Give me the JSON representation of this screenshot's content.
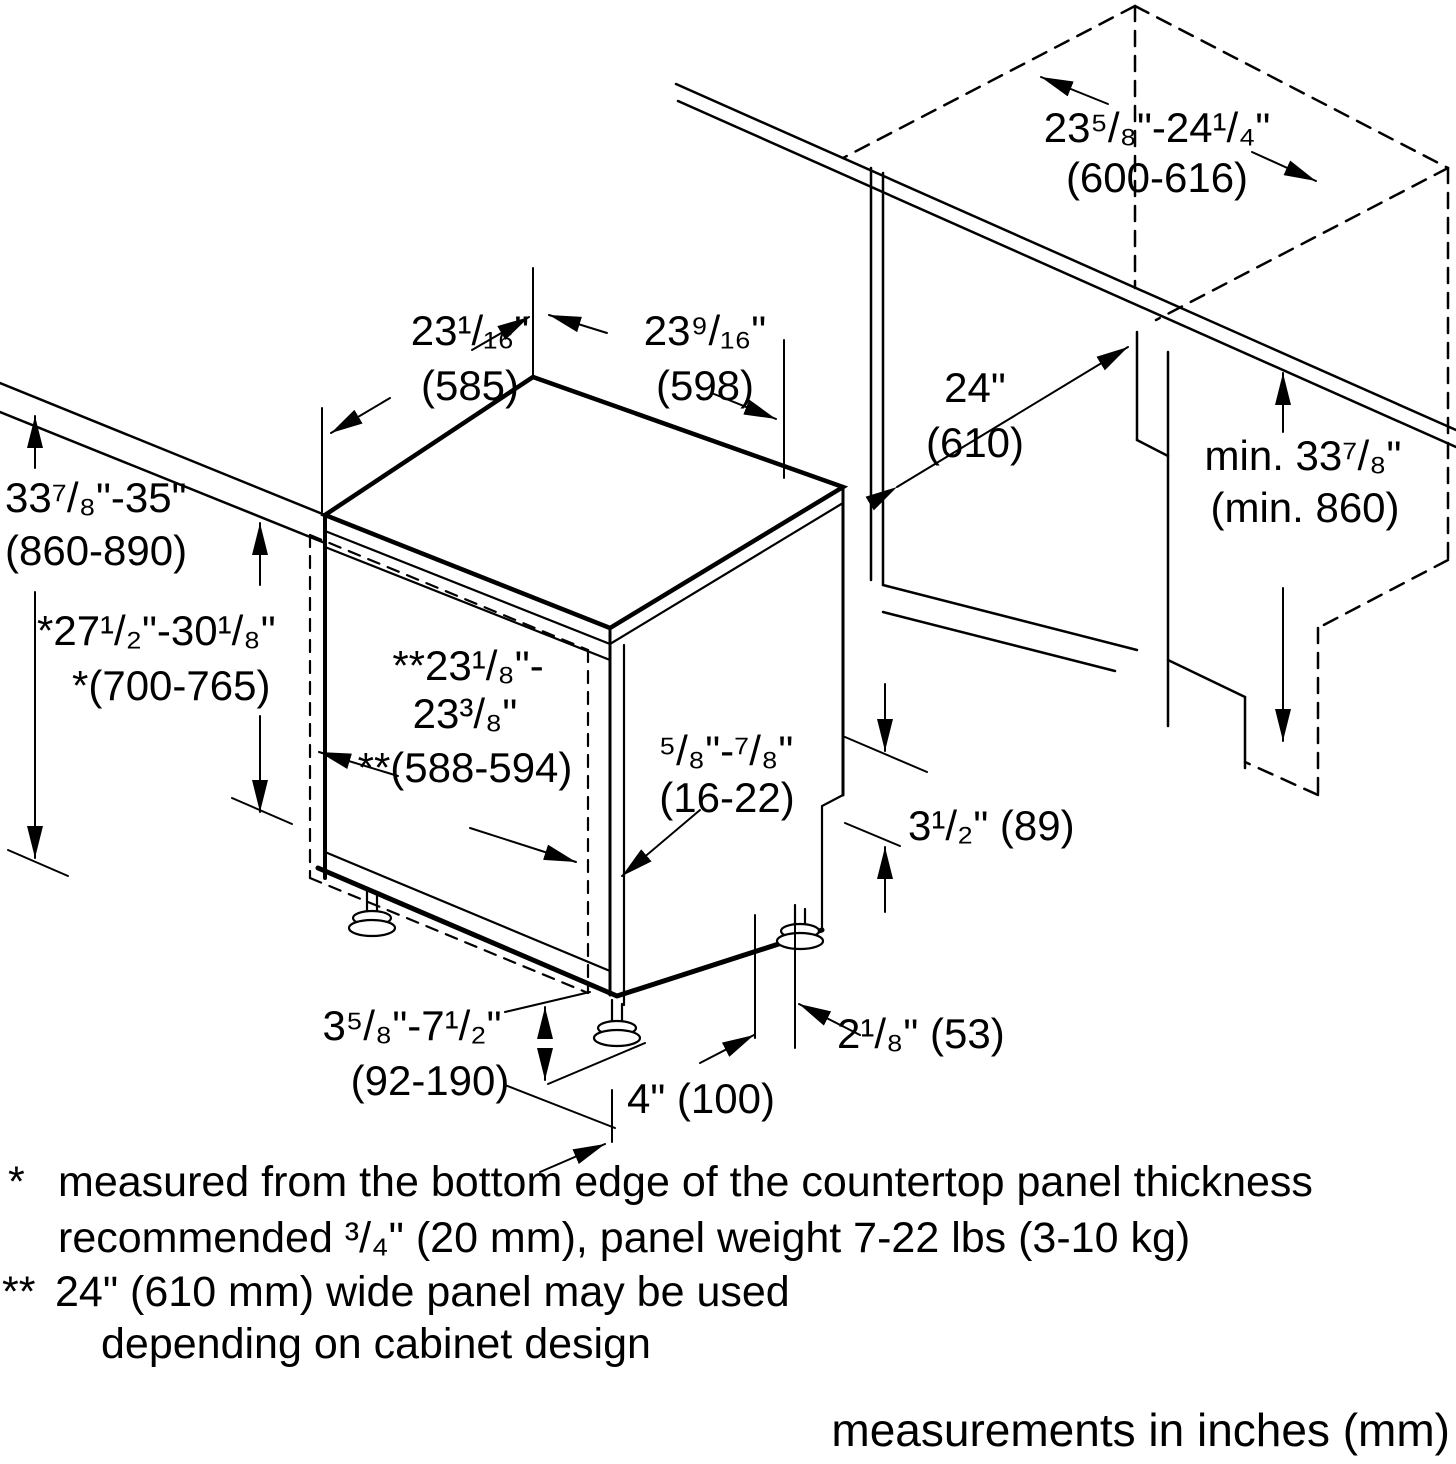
{
  "diagram": {
    "labels": {
      "cabinet_depth": {
        "in": "23⁵/₈\"-24¹/₄\"",
        "mm": "(600-616)"
      },
      "niche_width_left": {
        "in": "23¹/₁₆\"",
        "mm": "(585)"
      },
      "niche_width_right": {
        "in": "23⁹/₁₆\"",
        "mm": "(598)"
      },
      "opening_width": {
        "in": "24\"",
        "mm": "(610)"
      },
      "niche_height_right": {
        "in": "min. 33⁷/₈\"",
        "mm": "(min. 860)"
      },
      "niche_height_left": {
        "in": "33⁷/₈\"-35\"",
        "mm": "(860-890)"
      },
      "panel_height": {
        "in": "*27¹/₂\"-30¹/₈\"",
        "mm": "*(700-765)"
      },
      "panel_width": {
        "in1": "**23¹/₈\"-",
        "in2": "23³/₈\"",
        "mm": "**(588-594)"
      },
      "panel_thickness": {
        "in": "⁵/₈\"-⁷/₈\"",
        "mm": "(16-22)"
      },
      "toe_kick_rear": "3¹/₂\" (89)",
      "foot_offset_rear": "2¹/₈\" (53)",
      "toe_kick_front": {
        "in": "3⁵/₈\"-7¹/₂\"",
        "mm": "(92-190)"
      },
      "foot_offset_front": "4\" (100)"
    },
    "footnotes": {
      "star1_mark": "*",
      "star1_line1": "measured from the bottom edge of the countertop panel thickness",
      "star1_line2": "recommended ³/₄\" (20 mm), panel weight 7-22 lbs (3-10 kg)",
      "star2_mark": "**",
      "star2_line1": "24\" (610 mm) wide panel may be used",
      "star2_line2": "depending on cabinet design"
    },
    "units_note": "measurements in inches (mm)",
    "colors": {
      "line": "#000000",
      "background": "#ffffff"
    }
  }
}
